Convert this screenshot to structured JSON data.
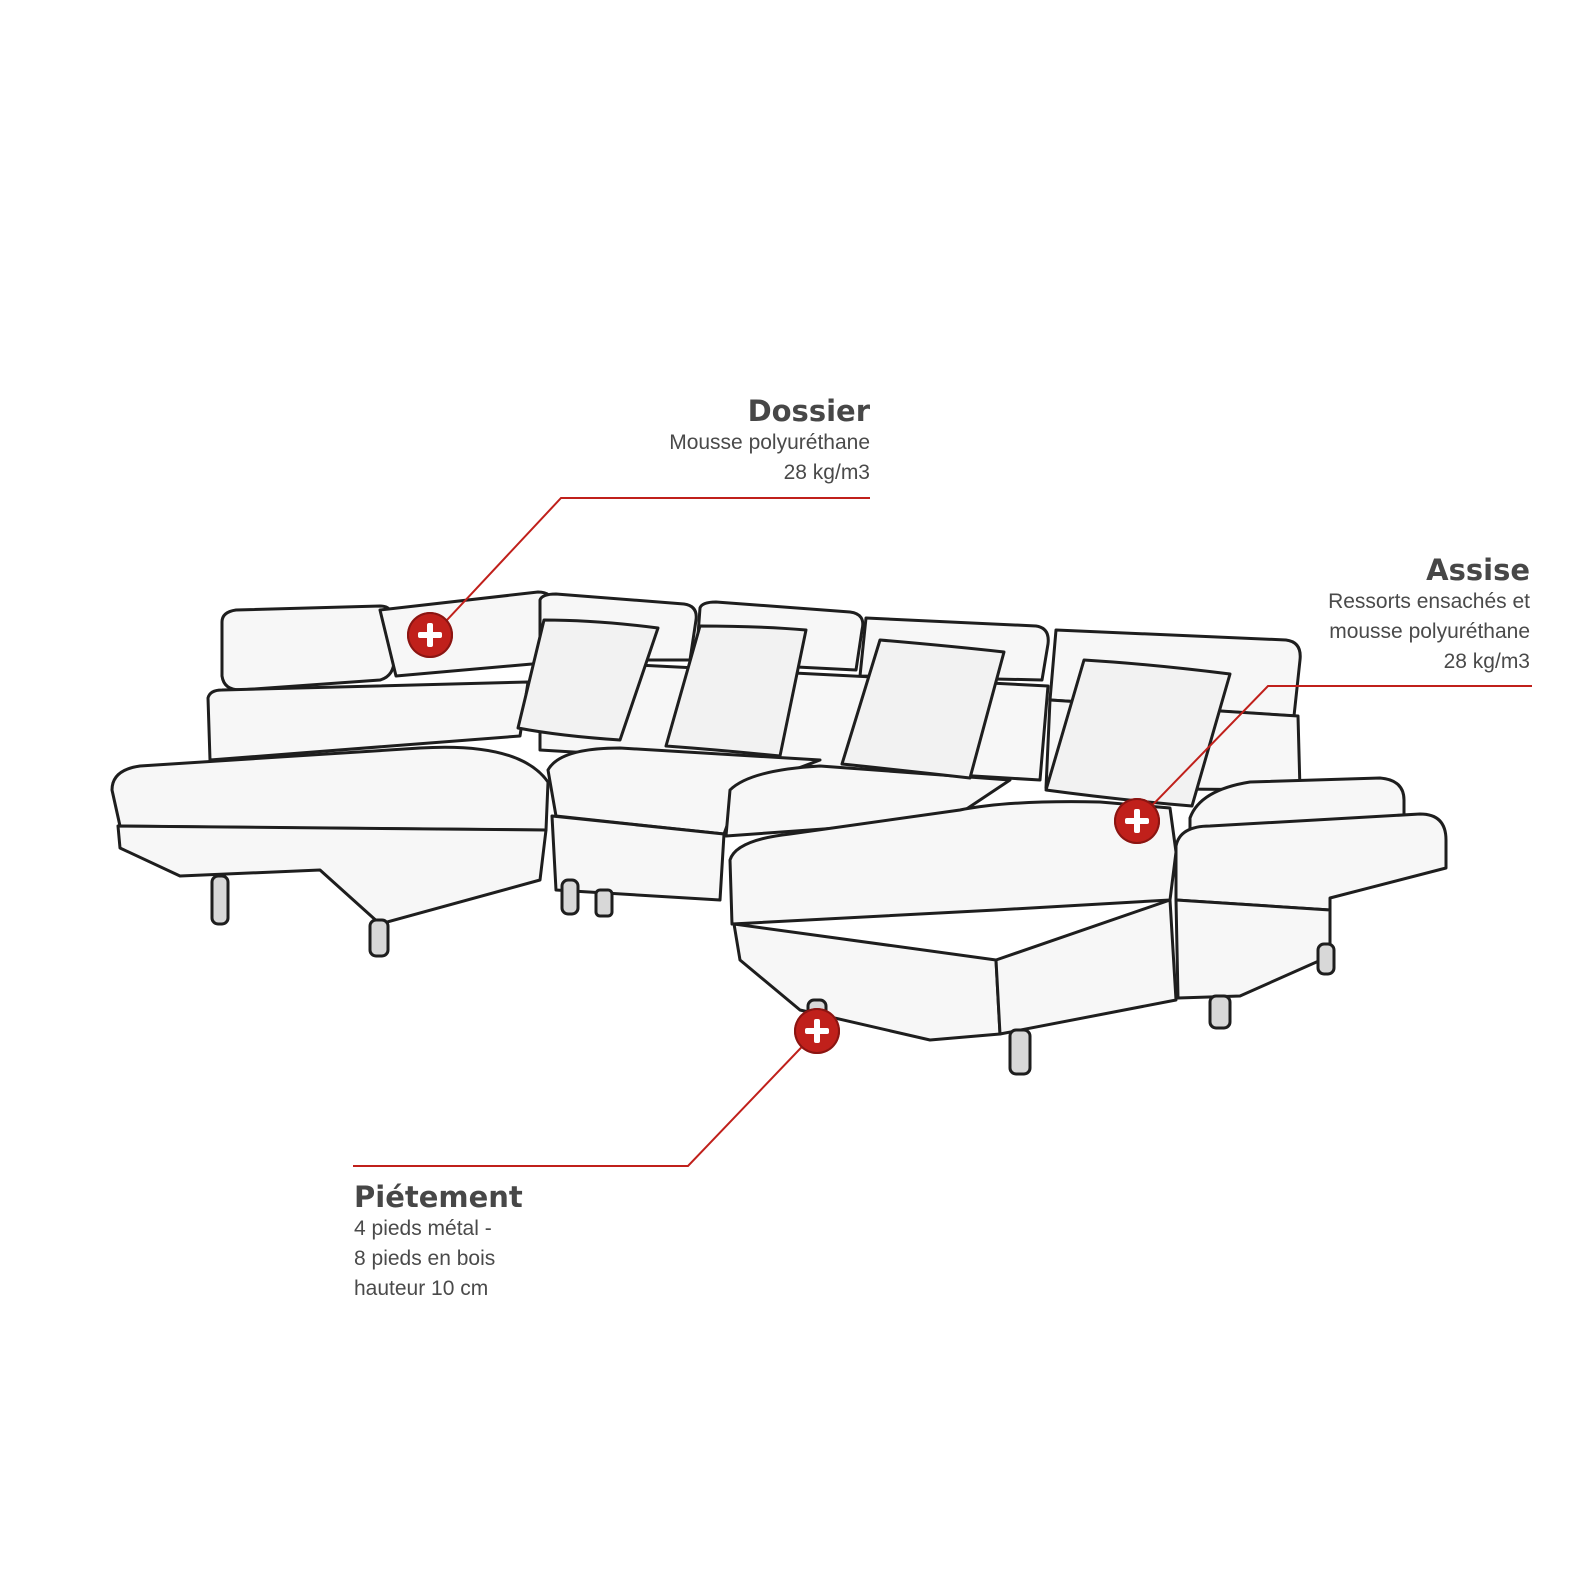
{
  "accent_color": "#c0201b",
  "callouts": {
    "dossier": {
      "title": "Dossier",
      "lines": [
        "Mousse polyuréthane",
        "28 kg/m3"
      ],
      "icon": "plus-icon"
    },
    "assise": {
      "title": "Assise",
      "lines": [
        "Ressorts ensachés et",
        "mousse polyuréthane",
        "28 kg/m3"
      ],
      "icon": "plus-icon"
    },
    "pietement": {
      "title": "Piétement",
      "lines": [
        "4 pieds métal -",
        "8 pieds en bois",
        "hauteur 10 cm"
      ],
      "icon": "plus-icon"
    }
  }
}
